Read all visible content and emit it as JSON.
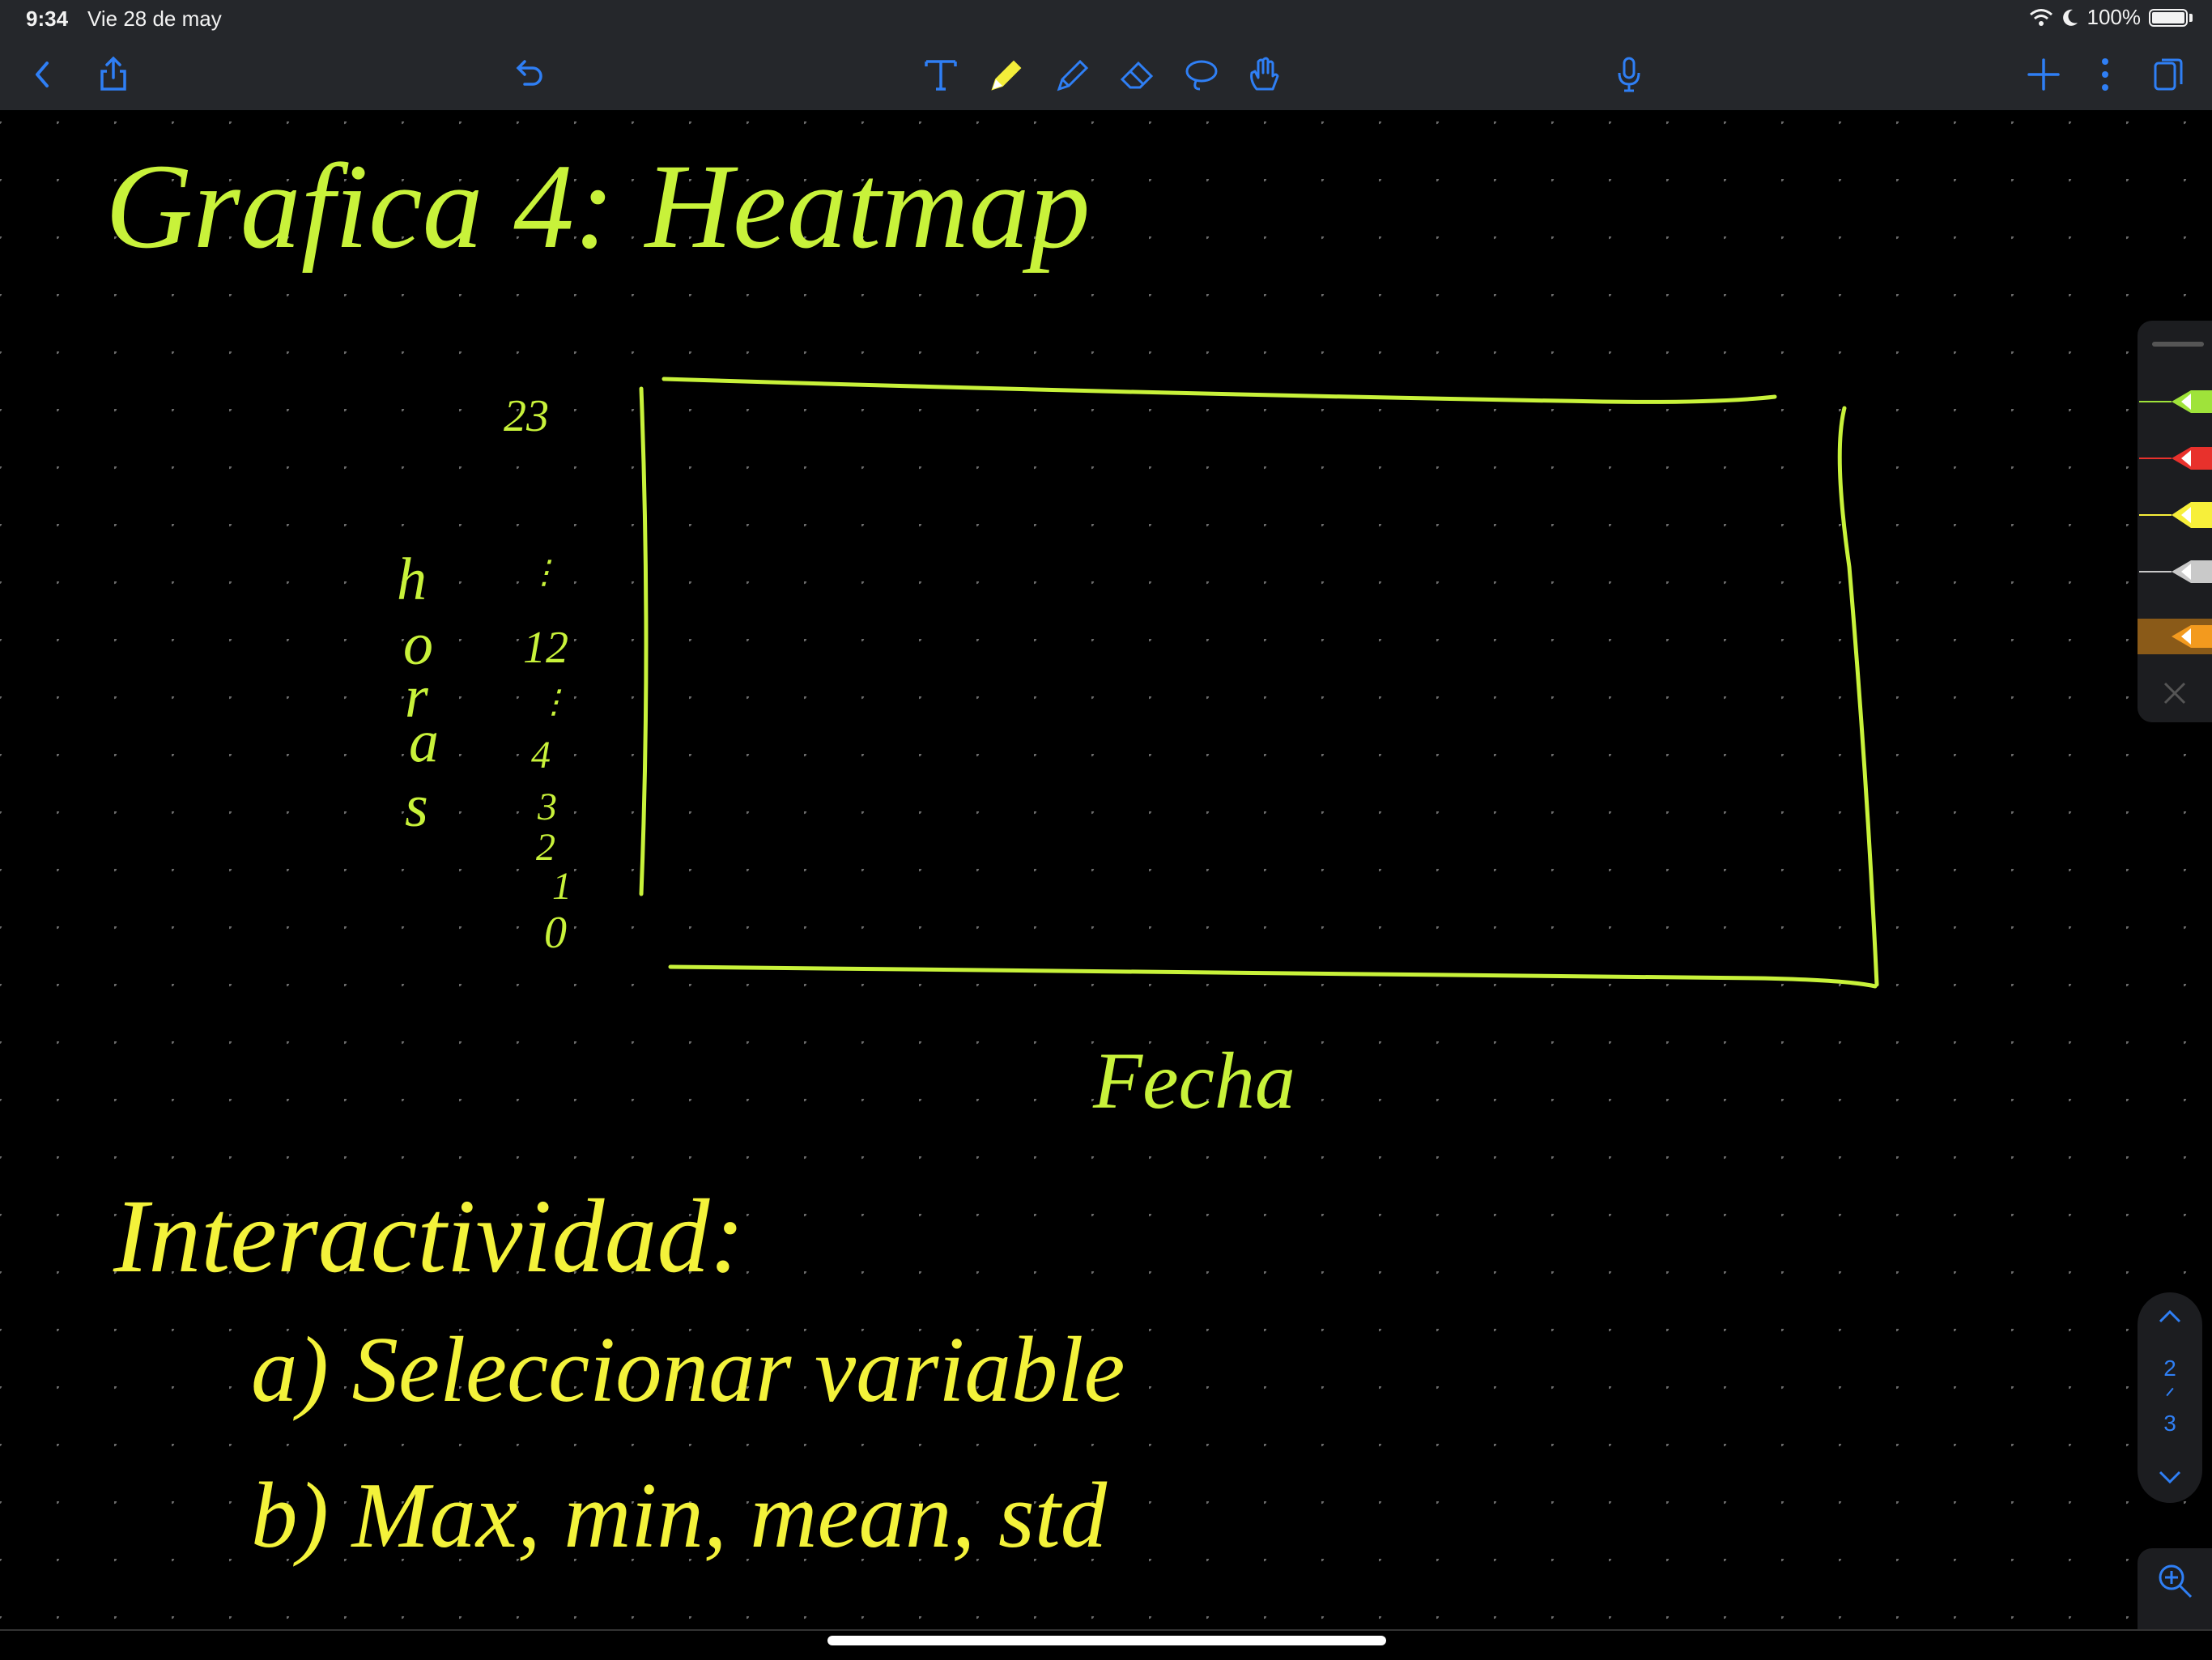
{
  "status_bar": {
    "time": "9:34",
    "date": "Vie 28 de may",
    "battery": "100%"
  },
  "toolbar": {
    "left": [
      "back-icon",
      "share-icon",
      "undo-icon"
    ],
    "tools": [
      "text-tool-icon",
      "pen-icon",
      "highlighter-icon",
      "eraser-icon",
      "lasso-icon",
      "hand-icon"
    ],
    "right": [
      "microphone-icon",
      "add-icon",
      "more-icon",
      "pages-icon"
    ]
  },
  "note": {
    "title": "Grafica 4: Heatmap",
    "y_axis_label": "horas",
    "y_ticks": [
      "23",
      "12",
      "4",
      "3",
      "2",
      "1",
      "0"
    ],
    "x_axis_label": "Fecha",
    "section": "Interactividad:",
    "items": [
      "a) Seleccionar variable",
      "b) Max, min, mean, std"
    ]
  },
  "palette": {
    "pens": [
      {
        "name": "pen-green",
        "color": "#9fe33a"
      },
      {
        "name": "pen-red",
        "color": "#e8312c"
      },
      {
        "name": "pen-yellow",
        "color": "#f7ef3a"
      },
      {
        "name": "pen-gray",
        "color": "#c9c9c9"
      },
      {
        "name": "pen-orange",
        "color": "#f39a1e"
      }
    ],
    "close_icon": "close-icon"
  },
  "page_nav": {
    "current": "2",
    "total": "3"
  },
  "colors": {
    "ink_green": "#c8f23a",
    "ink_yellow": "#f3f23a",
    "toolbar_bg": "#25272b",
    "accent": "#2f7ff5"
  }
}
